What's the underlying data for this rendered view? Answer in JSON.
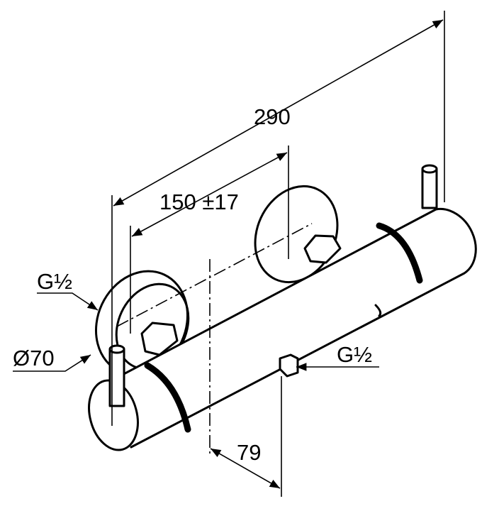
{
  "drawing": {
    "dimensions": {
      "overall_length": "290",
      "center_distance": "150 ±17",
      "outlet_offset": "79",
      "flange_diameter": "Ø70"
    },
    "threads": {
      "inlet": "G½",
      "outlet": "G½"
    },
    "colors": {
      "line": "#000000",
      "background": "#ffffff"
    }
  }
}
